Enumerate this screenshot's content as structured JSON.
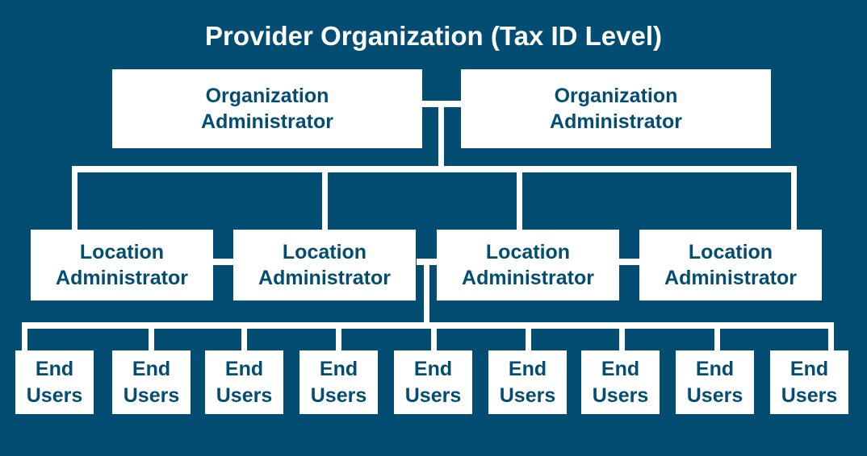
{
  "title": "Provider Organization (Tax ID Level)",
  "org_admins": [
    {
      "line1": "Organization",
      "line2": "Administrator"
    },
    {
      "line1": "Organization",
      "line2": "Administrator"
    }
  ],
  "location_admins": [
    {
      "line1": "Location",
      "line2": "Administrator"
    },
    {
      "line1": "Location",
      "line2": "Administrator"
    },
    {
      "line1": "Location",
      "line2": "Administrator"
    },
    {
      "line1": "Location",
      "line2": "Administrator"
    }
  ],
  "end_users": [
    {
      "line1": "End",
      "line2": "Users"
    },
    {
      "line1": "End",
      "line2": "Users"
    },
    {
      "line1": "End",
      "line2": "Users"
    },
    {
      "line1": "End",
      "line2": "Users"
    },
    {
      "line1": "End",
      "line2": "Users"
    },
    {
      "line1": "End",
      "line2": "Users"
    },
    {
      "line1": "End",
      "line2": "Users"
    },
    {
      "line1": "End",
      "line2": "Users"
    },
    {
      "line1": "End",
      "line2": "Users"
    }
  ],
  "colors": {
    "background": "#034d72",
    "box": "#ffffff",
    "text": "#034d72"
  }
}
